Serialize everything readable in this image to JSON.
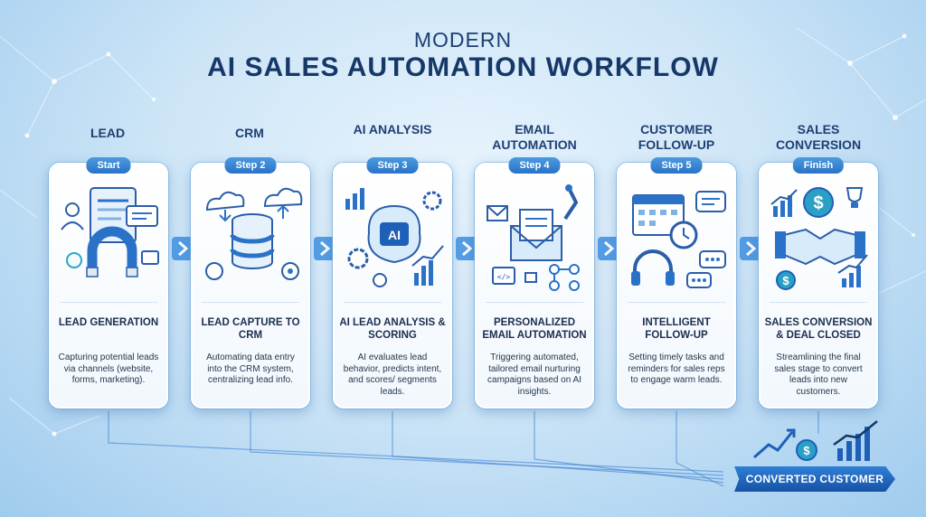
{
  "header": {
    "subtitle": "MODERN",
    "title": "AI SALES AUTOMATION WORKFLOW"
  },
  "stages": [
    {
      "title": "LEAD",
      "badge": "Start",
      "heading": "LEAD GENERATION",
      "description": "Capturing potential leads via channels (website, forms, marketing).",
      "icon": "magnet-lead-icon"
    },
    {
      "title": "CRM",
      "badge": "Step 2",
      "heading": "LEAD CAPTURE TO CRM",
      "description": "Automating data entry into the CRM system, centralizing lead info.",
      "icon": "database-cloud-icon"
    },
    {
      "title": "AI ANALYSIS",
      "badge": "Step 3",
      "heading": "AI LEAD ANALYSIS & SCORING",
      "description": "AI evaluates lead behavior, predicts intent, and scores/ segments leads.",
      "icon": "ai-brain-icon"
    },
    {
      "title": "EMAIL AUTOMATION",
      "badge": "Step 4",
      "heading": "PERSONALIZED EMAIL AUTOMATION",
      "description": "Triggering automated, tailored email nurturing campaigns based on AI insights.",
      "icon": "email-robot-icon"
    },
    {
      "title": "CUSTOMER FOLLOW-UP",
      "badge": "Step 5",
      "heading": "INTELLIGENT FOLLOW-UP",
      "description": "Setting timely tasks and reminders for sales reps to engage warm leads.",
      "icon": "calendar-headset-icon"
    },
    {
      "title": "SALES CONVERSION",
      "badge": "Finish",
      "heading": "SALES CONVERSION & DEAL CLOSED",
      "description": "Streamlining the final sales stage to convert leads into new customers.",
      "icon": "handshake-dollar-icon"
    }
  ],
  "outcome": {
    "label": "CONVERTED CUSTOMER"
  },
  "colors": {
    "accent": "#2a72c7",
    "title": "#163868",
    "card": "#ffffff",
    "background": "#cfe6f7"
  }
}
